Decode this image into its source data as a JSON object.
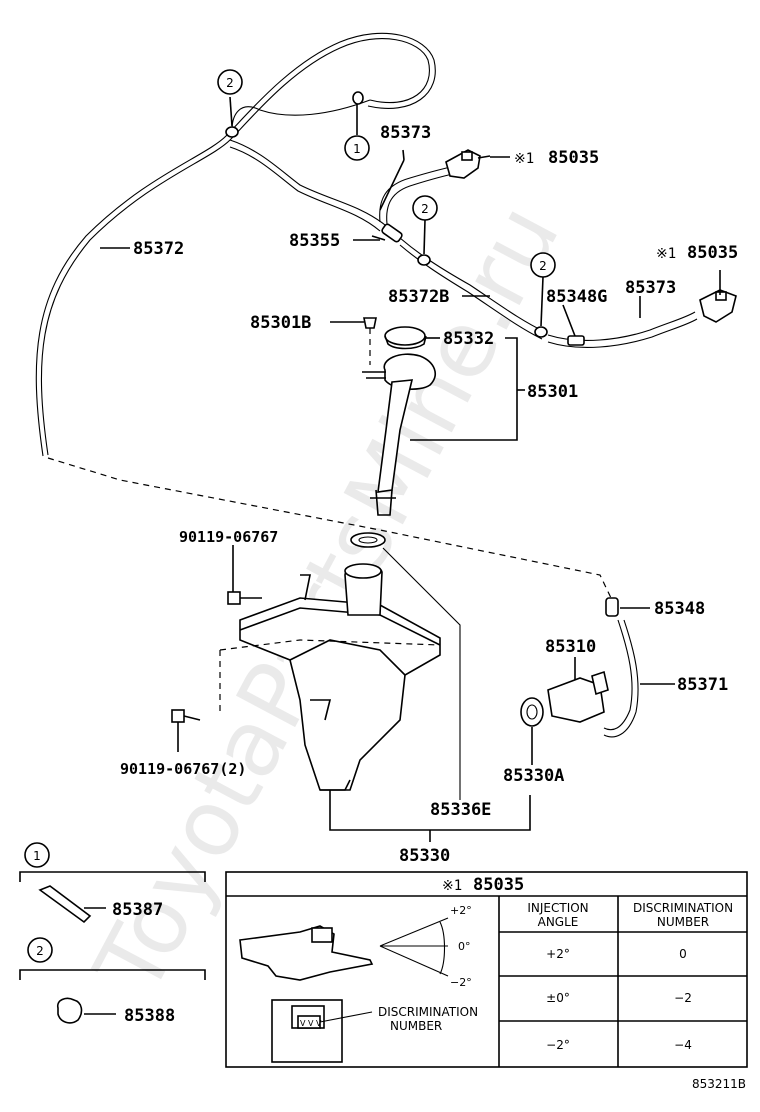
{
  "callouts": {
    "p85373_top": "85373",
    "p85035_top": "85035",
    "mark_top": "※1",
    "p85372": "85372",
    "p85355": "85355",
    "p85035_right": "85035",
    "mark_right": "※1",
    "p85373_right": "85373",
    "p85372B": "85372B",
    "p85348G": "85348G",
    "p85301B": "85301B",
    "p85332": "85332",
    "p85301": "85301",
    "bolt_a": "90119-06767",
    "p85348": "85348",
    "p85310": "85310",
    "p85371": "85371",
    "bolt_b": "90119-06767(2)",
    "p85330A": "85330A",
    "p85336E": "85336E",
    "p85330": "85330",
    "p85387": "85387",
    "p85388": "85388"
  },
  "circle_numbers": {
    "one": "1",
    "two": "2"
  },
  "detail_box": {
    "mark": "※1",
    "title": "85035",
    "col_angle": "INJECTION\nANGLE",
    "col_angle_l1": "INJECTION",
    "col_angle_l2": "ANGLE",
    "col_disc_l1": "DISCRIMINATION",
    "col_disc_l2": "NUMBER",
    "angle_up": "+2°",
    "angle_mid": "0°",
    "angle_down": "−2°",
    "disc_label_l1": "DISCRIMINATION",
    "disc_label_l2": "NUMBER",
    "rows": [
      {
        "angle": "+2°",
        "number": "0"
      },
      {
        "angle": "±0°",
        "number": "−2"
      },
      {
        "angle": "−2°",
        "number": "−4"
      }
    ]
  },
  "footer_code": "853211B",
  "watermark": "ToyotaPartsMine.ru"
}
